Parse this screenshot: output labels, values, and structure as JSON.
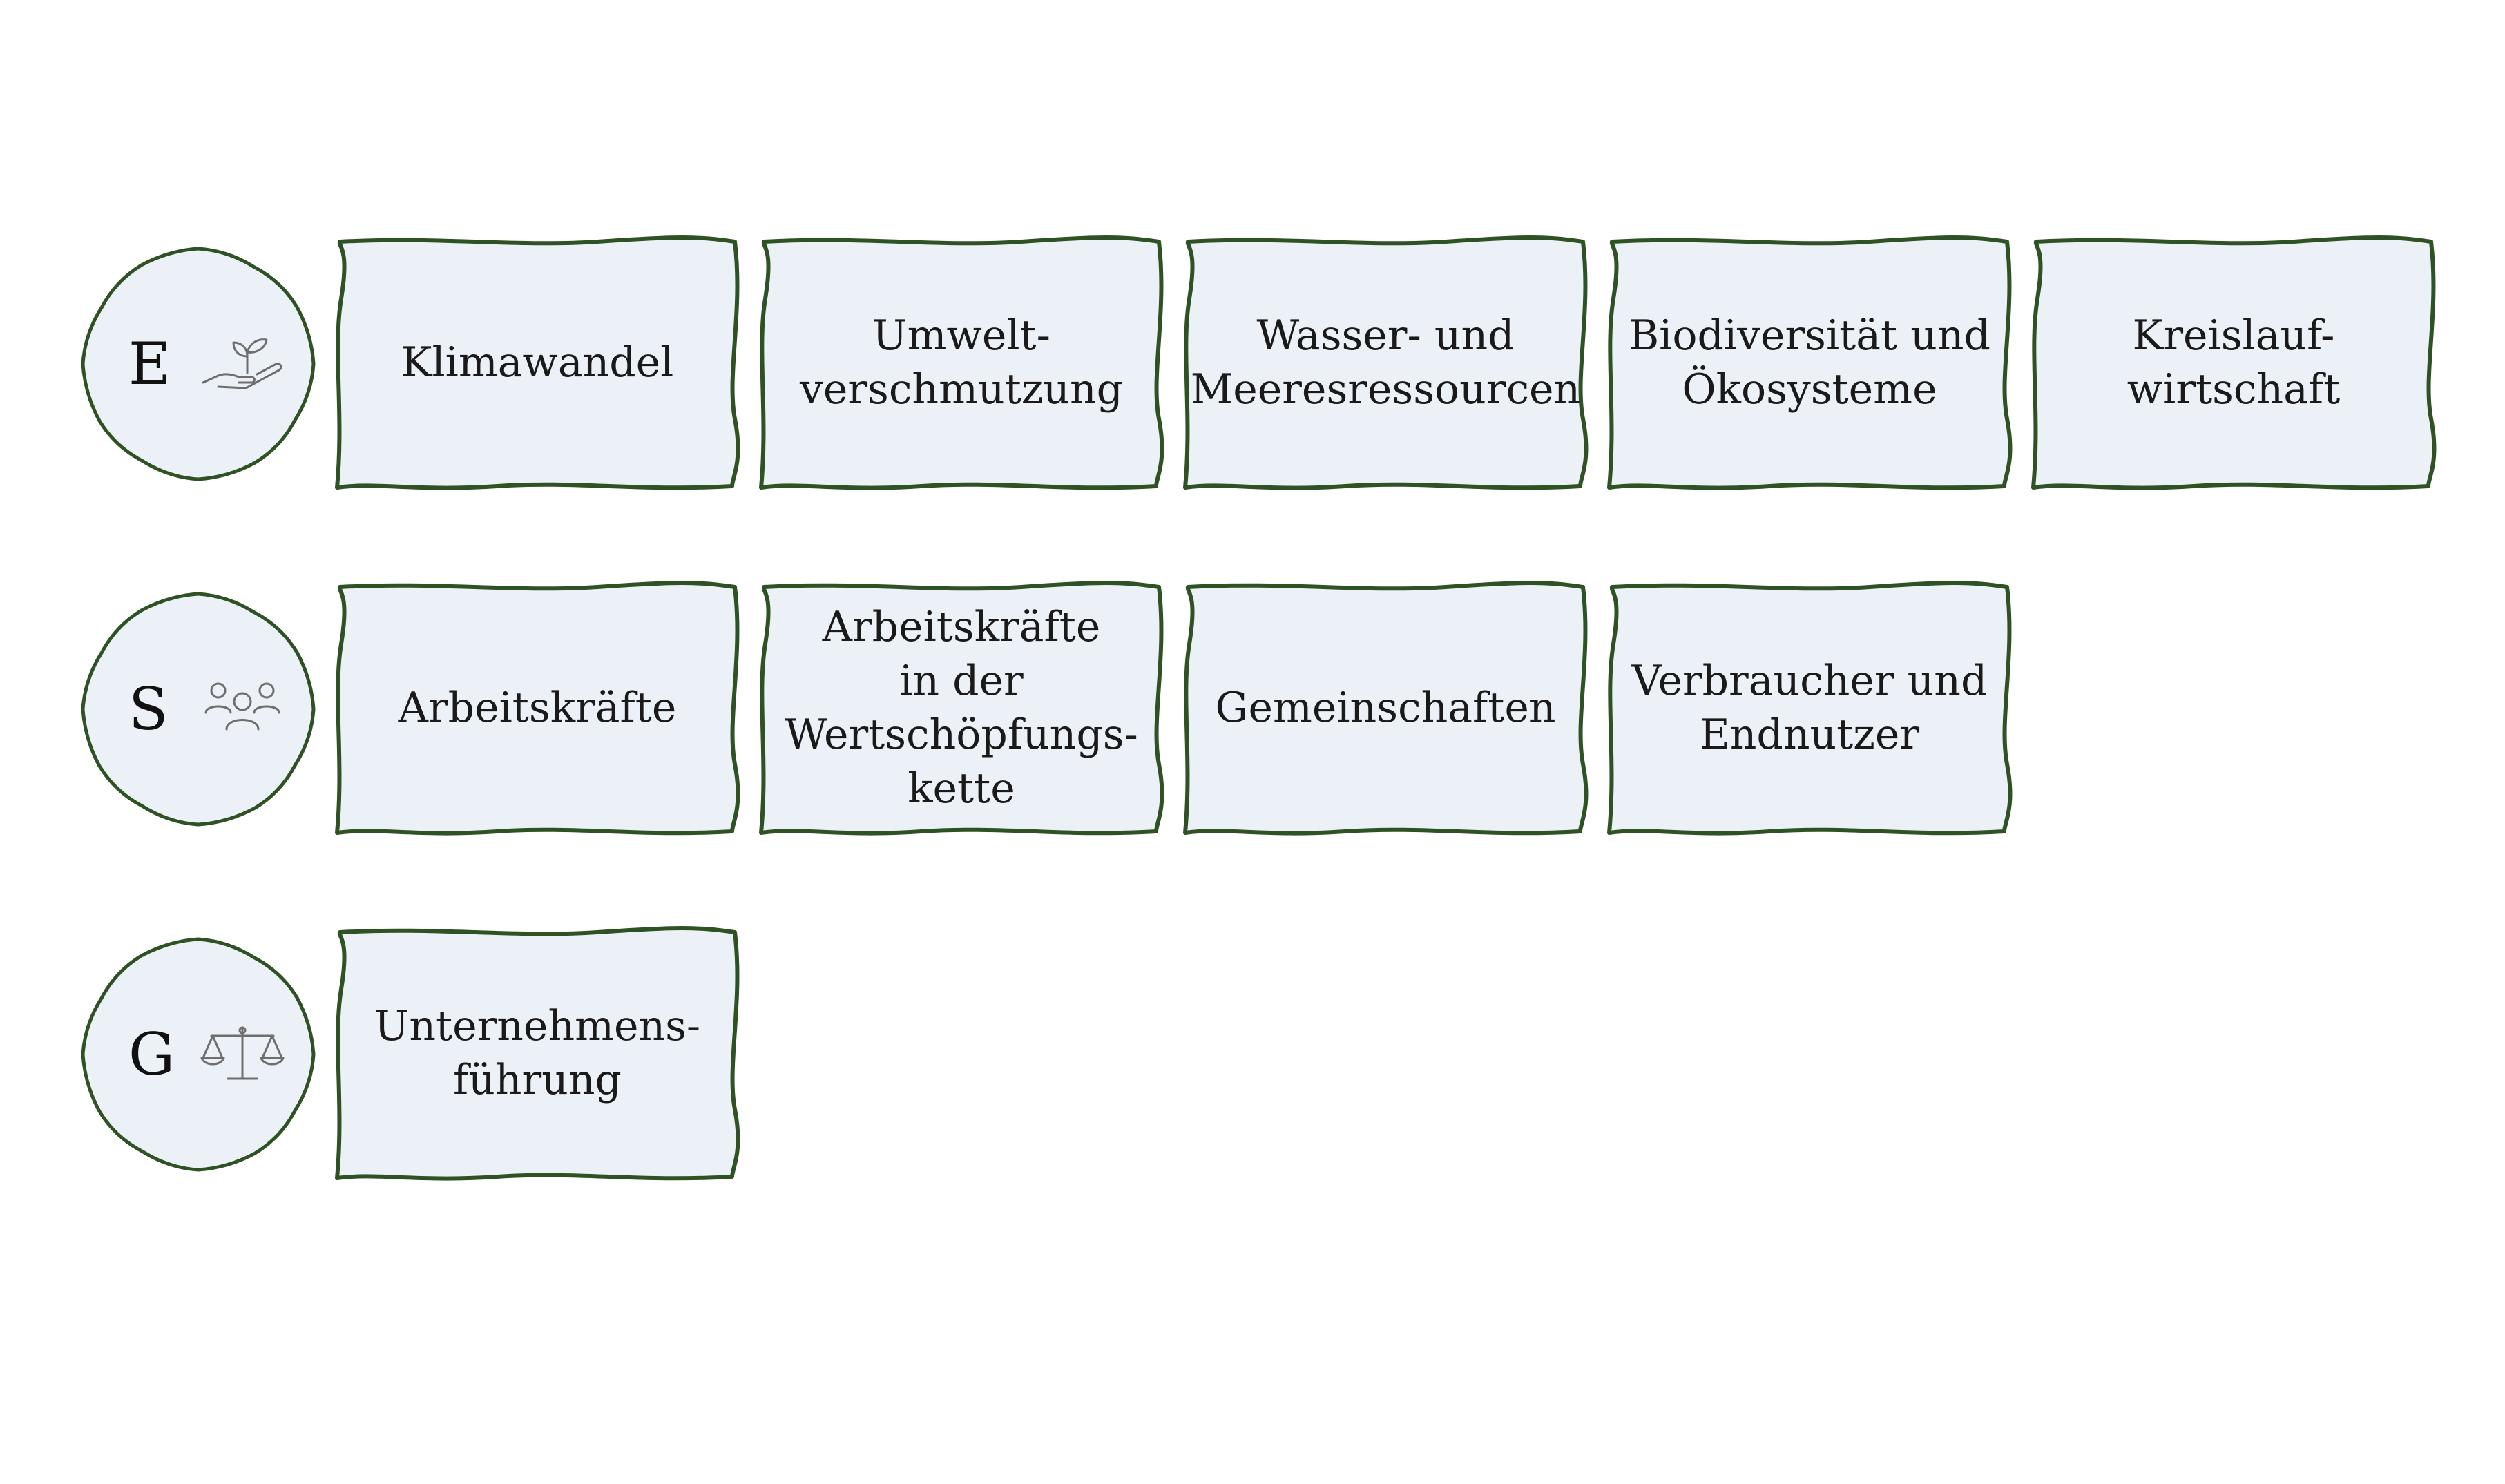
{
  "colors": {
    "border": "#2f5225",
    "fill": "#ecf1f7",
    "icon": "#6e6e6e",
    "text": "#1a1a1a"
  },
  "categories": [
    {
      "letter": "E",
      "icon": "plant-in-hand-icon",
      "topics": [
        "Klimawandel",
        "Umwelt-\nverschmutzung",
        "Wasser- und\nMeeresressourcen",
        "Biodiversität und\nÖkosysteme",
        "Kreislauf-\nwirtschaft"
      ]
    },
    {
      "letter": "S",
      "icon": "people-group-icon",
      "topics": [
        "Arbeitskräfte",
        "Arbeitskräfte\nin der\nWertschöpfungs-\nkette",
        "Gemeinschaften",
        "Verbraucher und\nEndnutzer"
      ]
    },
    {
      "letter": "G",
      "icon": "scales-icon",
      "topics": [
        "Unternehmens-\nführung"
      ]
    }
  ]
}
